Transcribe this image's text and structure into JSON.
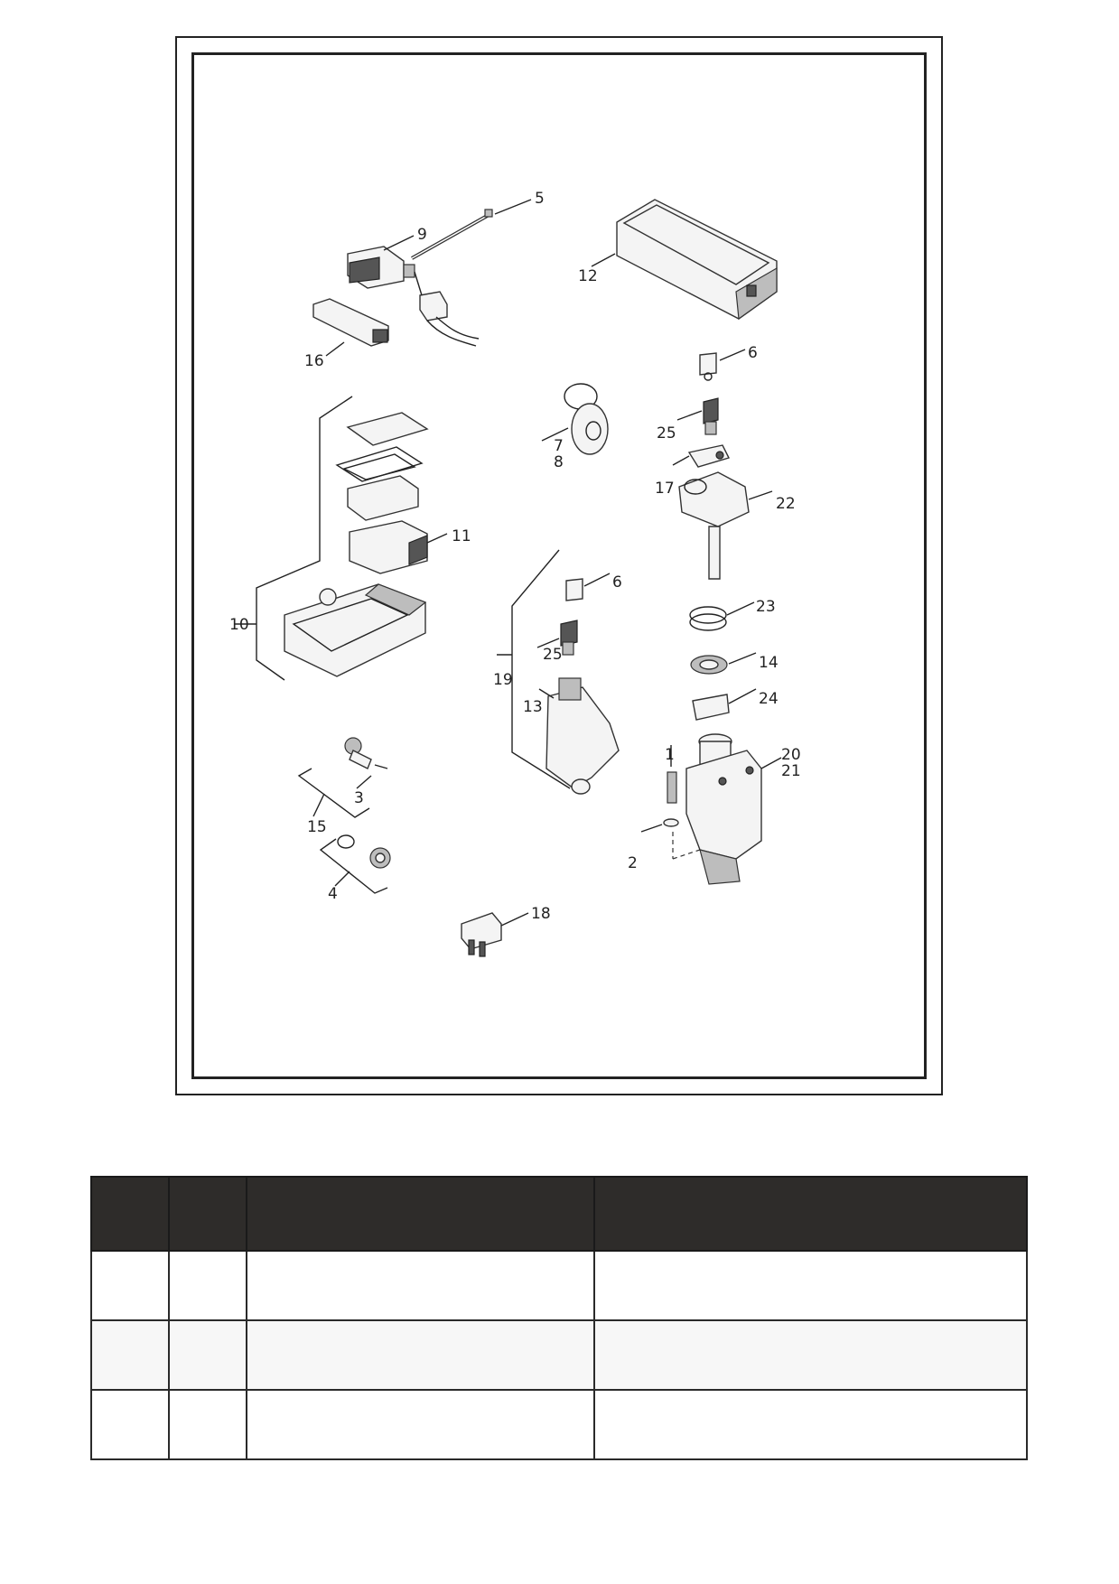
{
  "figure": {
    "callouts": [
      "1",
      "2",
      "3",
      "4",
      "5",
      "6",
      "6",
      "7",
      "8",
      "9",
      "10",
      "11",
      "12",
      "13",
      "14",
      "15",
      "16",
      "17",
      "18",
      "19",
      "20",
      "21",
      "22",
      "23",
      "24",
      "25",
      "25"
    ]
  },
  "table": {
    "headers": [
      "",
      "",
      "",
      ""
    ],
    "rows": [
      [
        "",
        "",
        "",
        ""
      ],
      [
        "",
        "",
        "",
        ""
      ],
      [
        "",
        "",
        "",
        ""
      ]
    ]
  }
}
